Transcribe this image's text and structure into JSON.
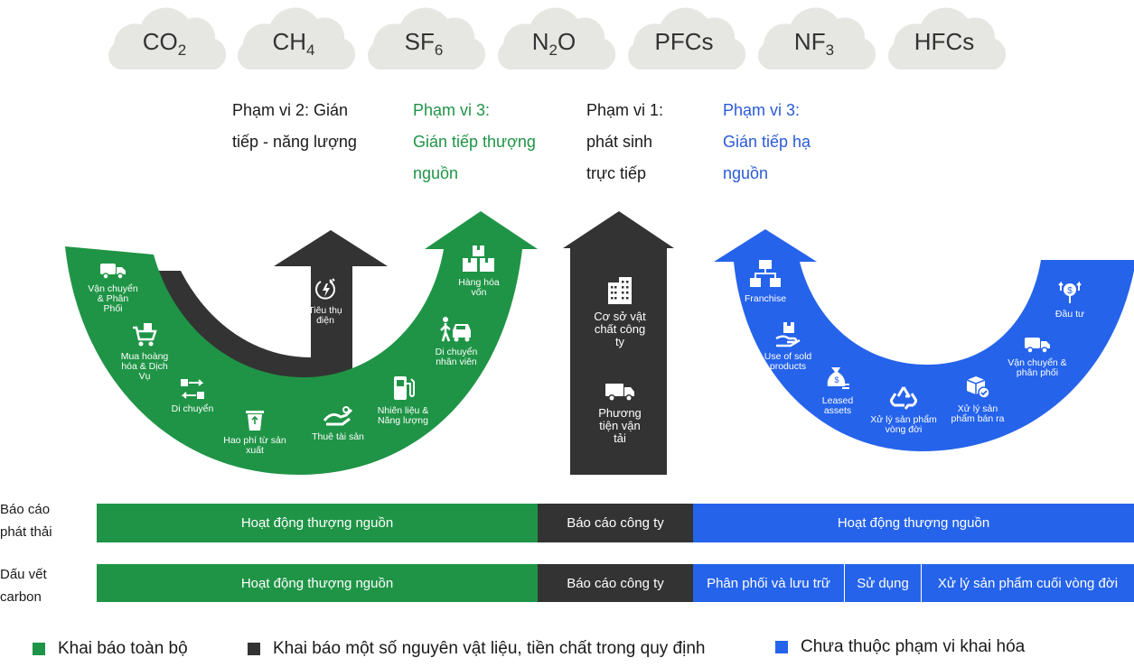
{
  "colors": {
    "green": "#1f9446",
    "dark": "#333333",
    "blue": "#2563eb",
    "cloud": "#e6e6e3"
  },
  "gases": [
    {
      "base": "CO",
      "sub": "2"
    },
    {
      "base": "CH",
      "sub": "4"
    },
    {
      "base": "SF",
      "sub": "6"
    },
    {
      "base": "N",
      "sub": "2",
      "tail": "O"
    },
    {
      "base": "PFCs",
      "sub": ""
    },
    {
      "base": "NF",
      "sub": "3"
    },
    {
      "base": "HFCs",
      "sub": ""
    }
  ],
  "scopes": {
    "scope2": "Phạm vi 2: Gián\ntiếp - năng lượng",
    "scope3_up": "Phạm vi 3:\nGián tiếp thượng\nnguồn",
    "scope1": "Phạm vi 1:\nphát sinh\ntrực tiếp",
    "scope3_down": "Phạm vi 3:\nGián tiếp hạ\nnguồn"
  },
  "upstream_items": [
    {
      "icon": "truck-icon",
      "label": "Vận chuyển\n& Phân\nPhối"
    },
    {
      "icon": "shopping-cart-icon",
      "label": "Mua hoàng\nhóa & Dịch\nVụ"
    },
    {
      "icon": "transfer-icon",
      "label": "Di chuyển"
    },
    {
      "icon": "recycle-bin-icon",
      "label": "Hao phí từ sản\nxuất"
    },
    {
      "icon": "handshake-icon",
      "label": "Thuê tài sản"
    },
    {
      "icon": "fuel-pump-icon",
      "label": "Nhiên liệu &\nNăng lượng"
    },
    {
      "icon": "commute-icon",
      "label": "Di chuyển\nnhân viên"
    },
    {
      "icon": "boxes-icon",
      "label": "Hàng hóa\nvốn"
    }
  ],
  "energy_item": {
    "icon": "power-plug-icon",
    "label": "Tiêu thụ\nđiện"
  },
  "direct_items": [
    {
      "icon": "buildings-icon",
      "label": "Cơ sở vật\nchất công\nty"
    },
    {
      "icon": "truck-icon",
      "label": "Phương\ntiện vận\ntải"
    }
  ],
  "downstream_items": [
    {
      "icon": "franchise-icon",
      "label": "Franchise"
    },
    {
      "icon": "sold-product-icon",
      "label": "Use of sold\nproducts"
    },
    {
      "icon": "money-bag-icon",
      "label": "Leased\nassets"
    },
    {
      "icon": "recycle-icon",
      "label": "Xử lý sản phẩm\nvòng đời"
    },
    {
      "icon": "product-check-icon",
      "label": "Xử lý sản\nphẩm bán ra"
    },
    {
      "icon": "truck-icon",
      "label": "Vận chuyển &\nphân phối"
    },
    {
      "icon": "investment-icon",
      "label": "Đầu tư"
    }
  ],
  "rows": {
    "emissions": {
      "label": "Báo cáo\nphát thải",
      "segments": [
        "Hoạt động thượng nguồn",
        "Báo cáo công ty",
        "Hoạt động thượng nguồn"
      ]
    },
    "footprint": {
      "label": "Dấu vết\ncarbon",
      "segments": [
        "Hoạt động thượng nguồn",
        "Báo cáo công ty",
        "Phân phối và lưu trữ",
        "Sử dụng",
        "Xử lý sản phẩm cuối vòng đời"
      ]
    }
  },
  "legend": [
    {
      "color": "#1f9446",
      "label": "Khai báo toàn bộ"
    },
    {
      "color": "#333333",
      "label": "Khai báo một số nguyên vật liệu, tiền chất trong quy định"
    },
    {
      "color": "#2563eb",
      "label": "Chưa thuộc phạm vi khai hóa"
    }
  ]
}
